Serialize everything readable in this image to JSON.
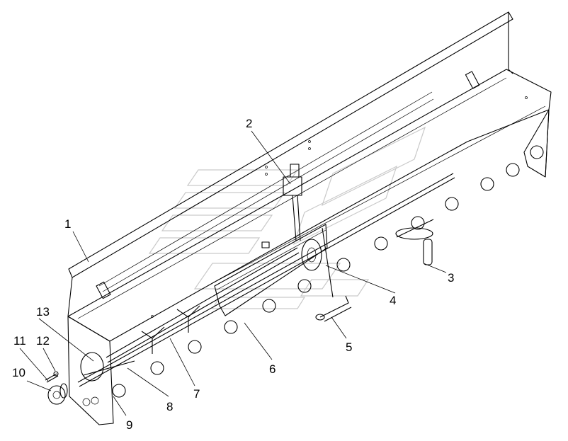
{
  "callouts": [
    {
      "id": "1",
      "text": "1"
    },
    {
      "id": "2",
      "text": "2"
    },
    {
      "id": "3",
      "text": "3"
    },
    {
      "id": "4",
      "text": "4"
    },
    {
      "id": "5",
      "text": "5"
    },
    {
      "id": "6",
      "text": "6"
    },
    {
      "id": "7",
      "text": "7"
    },
    {
      "id": "8",
      "text": "8"
    },
    {
      "id": "9",
      "text": "9"
    },
    {
      "id": "10",
      "text": "10"
    },
    {
      "id": "11",
      "text": "11"
    },
    {
      "id": "12",
      "text": "12"
    },
    {
      "id": "13",
      "text": "13"
    }
  ],
  "watermark": {
    "icon": "watermark-logo-icon"
  },
  "colors": {
    "line": "#000000",
    "background": "#ffffff",
    "watermark": "#c9c9c9"
  }
}
